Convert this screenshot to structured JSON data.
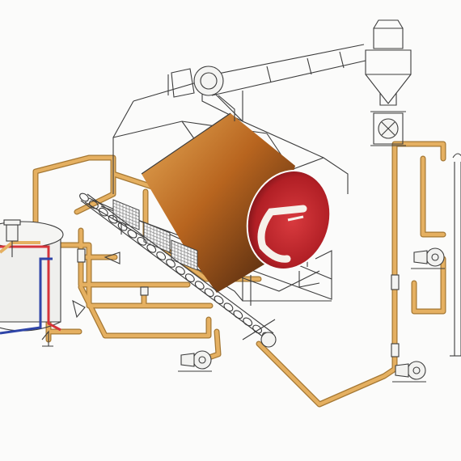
{
  "diagram": {
    "background": "#fbfbfa",
    "colors": {
      "pipe": "#e5b061",
      "pipe_outline": "#a57834",
      "line": "#3c3c3c",
      "drum_dark": "#4a2410",
      "drum_mid": "#9b4e16",
      "drum_light": "#e3a654",
      "drum_end": "#c2252b",
      "drum_end_dark": "#7e1418",
      "hot_pipe": "#d5343a",
      "cold_pipe": "#2f45a8",
      "steel": "#ececec"
    },
    "components": [
      {
        "name": "rotary-drum-dryer",
        "icon": "drum-icon"
      },
      {
        "name": "drum-hood",
        "icon": "hood-icon"
      },
      {
        "name": "cyclone-separator",
        "icon": "cyclone-icon"
      },
      {
        "name": "rotary-valve",
        "icon": "valve-icon"
      },
      {
        "name": "exhaust-fan",
        "icon": "fan-icon"
      },
      {
        "name": "storage-tank",
        "icon": "tank-icon"
      },
      {
        "name": "tank-agitator",
        "icon": "agitator-icon"
      },
      {
        "name": "screw-conveyor",
        "icon": "screw-icon"
      },
      {
        "name": "feed-pump",
        "icon": "pump-icon"
      },
      {
        "name": "transfer-pump",
        "icon": "pump-icon"
      },
      {
        "name": "discharge-pump",
        "icon": "pump-icon"
      },
      {
        "name": "vertical-column",
        "icon": "column-icon"
      },
      {
        "name": "heating-pipe-loop",
        "icon": "pipe-icon"
      }
    ]
  }
}
